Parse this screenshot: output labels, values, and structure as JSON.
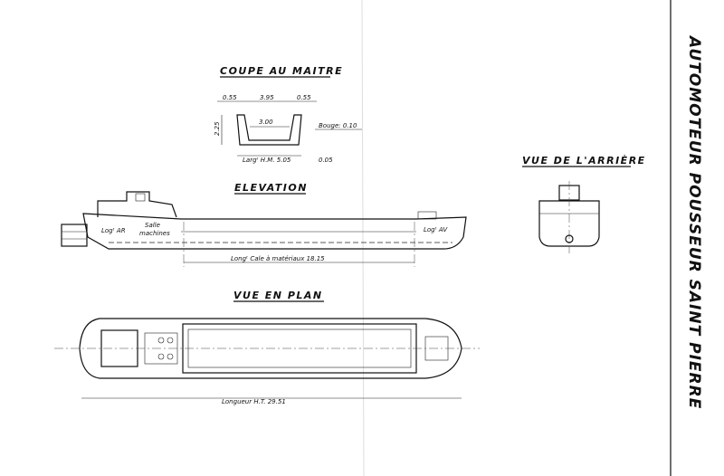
{
  "title": "AUTOMOTEUR POUSSEUR SAINT PIERRE",
  "coupe": {
    "heading": "COUPE AU MAITRE",
    "dim_left": "0.55",
    "dim_top": "3.95",
    "dim_right": "0.55",
    "dim_bottom_inner": "3.00",
    "dim_height": "2.25",
    "bouge": "Bouge: 0.10",
    "width_label": "Largᵗ H.M. 5.05",
    "dim_small": "0.05"
  },
  "elevation": {
    "heading": "ELEVATION",
    "log_ar": "Logᵗ AR",
    "salle": "Salle",
    "machines": "machines",
    "log_av": "Logᵗ AV",
    "cale": "Longᵗ Cale à matériaux  18.15"
  },
  "arriere": {
    "heading": "VUE DE L'ARRIÈRE"
  },
  "plan": {
    "heading": "VUE EN PLAN",
    "longueur": "Longueur  H.T.  29.51"
  }
}
